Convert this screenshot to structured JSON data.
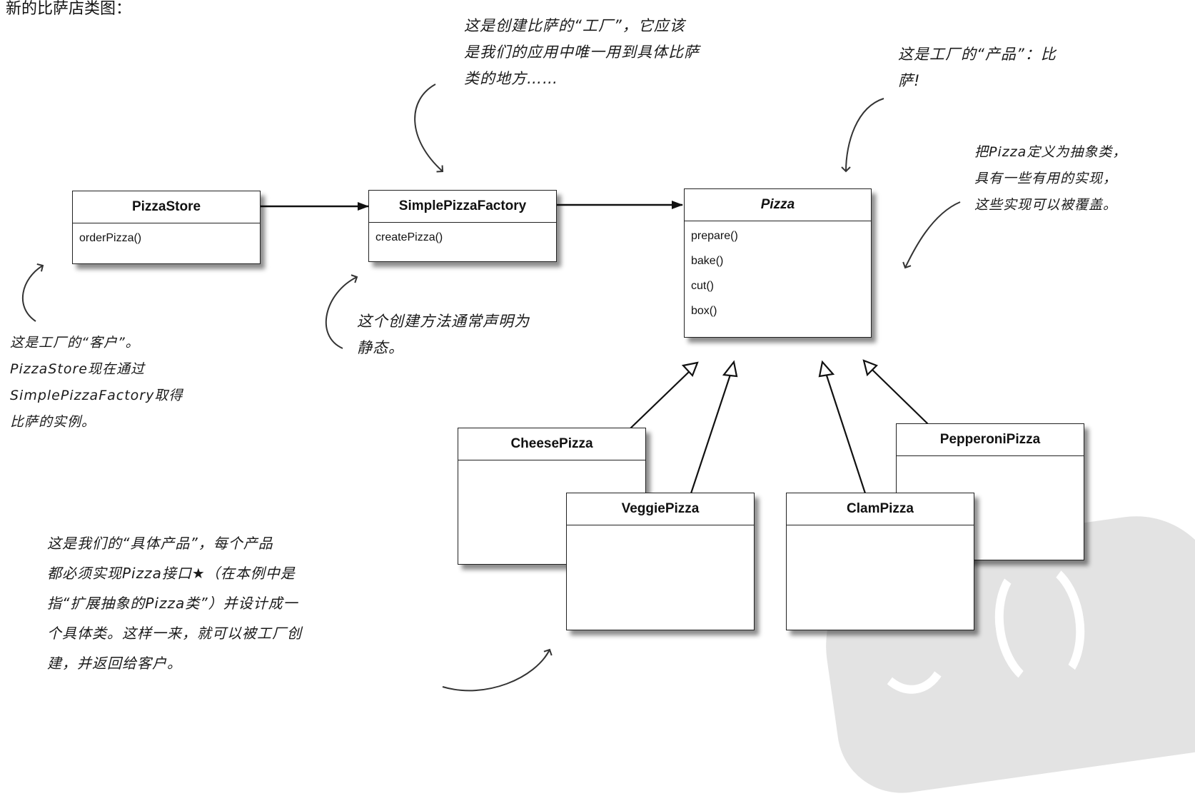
{
  "page_heading": "新的比萨店类图：",
  "classes": {
    "pizza_store": {
      "name": "PizzaStore",
      "methods": [
        "orderPizza()"
      ]
    },
    "simple_pizza_factory": {
      "name": "SimplePizzaFactory",
      "methods": [
        "createPizza()"
      ]
    },
    "pizza": {
      "name": "Pizza",
      "abstract": true,
      "methods": [
        "prepare()",
        "bake()",
        "cut()",
        "box()"
      ]
    },
    "cheese_pizza": {
      "name": "CheesePizza"
    },
    "veggie_pizza": {
      "name": "VeggiePizza"
    },
    "clam_pizza": {
      "name": "ClamPizza"
    },
    "pepperoni_pizza": {
      "name": "PepperoniPizza"
    }
  },
  "notes": {
    "factory_note": [
      "这是创建比萨的“工厂”，它应该",
      "是我们的应用中唯一用到具体比萨",
      "类的地方……"
    ],
    "product_note": [
      "这是工厂的“产品”：比",
      "萨!"
    ],
    "abstract_note": [
      "把Pizza定义为抽象类，",
      "具有一些有用的实现，",
      "这些实现可以被覆盖。"
    ],
    "client_note": [
      "这是工厂的“客户”。",
      "PizzaStore现在通过",
      "SimplePizzaFactory取得",
      "比萨的实例。"
    ],
    "static_note": [
      "这个创建方法通常声明为",
      "静态。"
    ],
    "concrete_note": [
      "这是我们的“具体产品”，每个产品",
      "都必须实现Pizza接口★（在本例中是",
      "指“扩展抽象的Pizza类”）并设计成一",
      "个具体类。这样一来，就可以被工厂创",
      "建，并返回给客户。"
    ]
  }
}
